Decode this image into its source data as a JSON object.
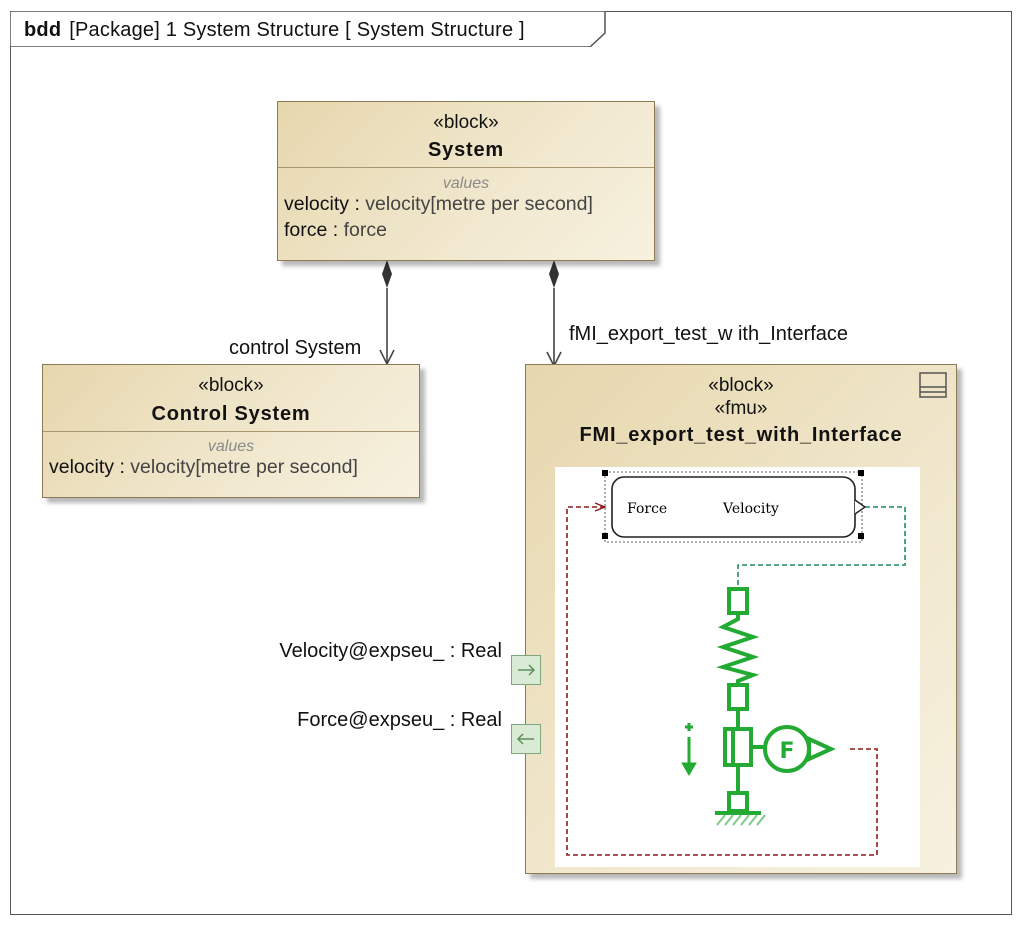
{
  "frame": {
    "kind": "bdd",
    "title": "[Package] 1 System Structure [ System Structure ]"
  },
  "blocks": {
    "system": {
      "stereotype": "«block»",
      "name": "System",
      "compartment": "values",
      "properties": [
        {
          "name": "velocity",
          "type": "velocity[metre per second]"
        },
        {
          "name": "force",
          "type": "force"
        }
      ]
    },
    "control": {
      "stereotype": "«block»",
      "name": "Control System",
      "compartment": "values",
      "properties": [
        {
          "name": "velocity",
          "type": "velocity[metre per second]"
        }
      ]
    },
    "fmu": {
      "stereotype": "«block»",
      "stereotype2": "«fmu»",
      "name": "FMI_export_test_with_Interface",
      "diagram": {
        "input_label": "Force",
        "output_label": "Velocity",
        "source_symbol": "F"
      }
    }
  },
  "relations": {
    "control_role": "control System",
    "fmu_role": "fMI_export_test_w ith_Interface"
  },
  "ports": {
    "velocity": "Velocity@expseu_ : Real",
    "force": "Force@expseu_ : Real"
  },
  "colors": {
    "block_fill": "#efe4c6",
    "block_border": "#8c7a55",
    "mechanical": "#22aa33",
    "dashed_red": "#8b1a1a",
    "dashed_green": "#1f8f5a"
  }
}
